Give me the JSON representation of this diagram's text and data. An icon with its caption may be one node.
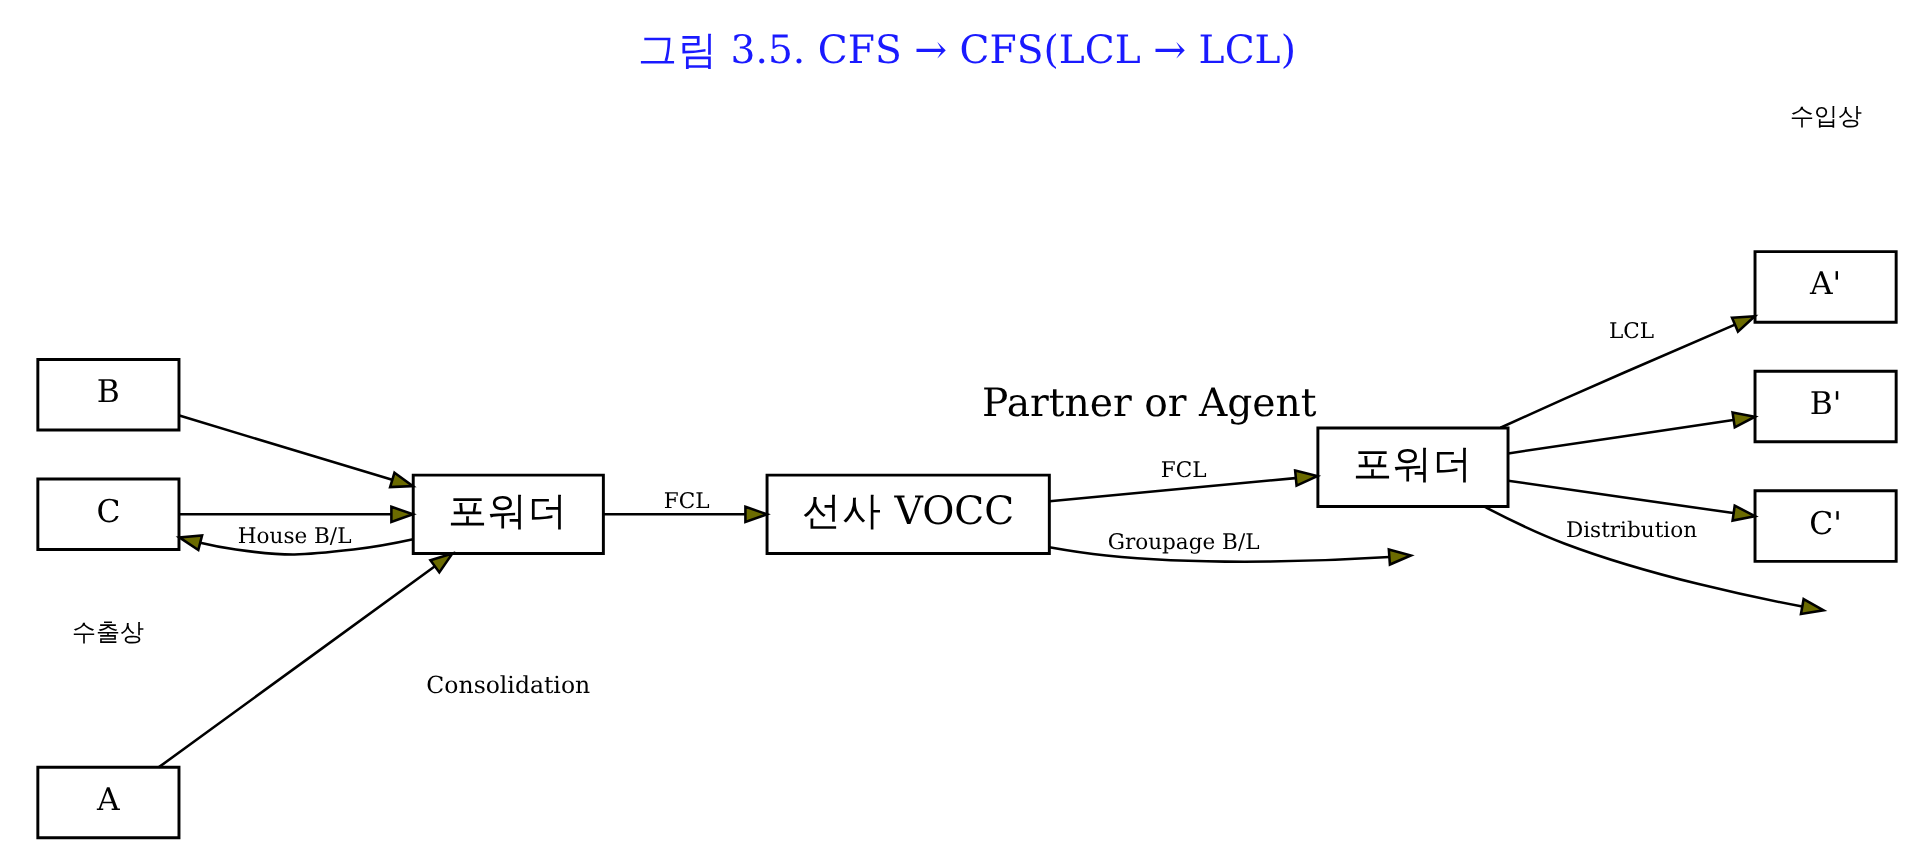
{
  "diagram": {
    "title": "그림 3.5. CFS → CFS(LCL → LCL)",
    "nodes": [
      {
        "text": [
          "A"
        ]
      },
      {
        "text": [
          "B"
        ]
      },
      {
        "text": [
          "C"
        ]
      },
      {
        "text": [
          "포워더"
        ]
      },
      {
        "text": [
          "선사 VOCC"
        ]
      },
      {
        "text": [
          "포워더"
        ],
        "beside": [
          "Partner or Agent"
        ]
      },
      {
        "text": [
          "A'"
        ]
      },
      {
        "text": [
          "B'"
        ]
      },
      {
        "text": [
          "C'"
        ]
      }
    ],
    "edges": [
      {
        "from": 0,
        "to": 3,
        "arrow": "to"
      },
      {
        "from": 1,
        "to": 3,
        "arrow": "to"
      },
      {
        "from": 2,
        "to": 3,
        "arrow": "to"
      },
      {
        "from": 3,
        "to": 4,
        "label": "FCL",
        "arrow": "to"
      },
      {
        "from": 4,
        "to": 5,
        "label": "FCL",
        "arrow": "to"
      },
      {
        "from": 5,
        "to": 6,
        "label": "LCL",
        "arrow": "to"
      },
      {
        "from": 5,
        "to": 7,
        "arrow": "to"
      },
      {
        "from": 5,
        "to": 8,
        "arrow": "to"
      },
      {
        "from": 3,
        "to": 2,
        "label": "House B/L",
        "arrow": "to"
      },
      {
        "from": 4,
        "to": null,
        "label": "Groupage B/L",
        "arrow": "to"
      },
      {
        "from": 5,
        "to": null,
        "label": "Distribution",
        "arrow": "to"
      }
    ],
    "labels": [
      "수출상",
      "수입상",
      "Consolidation"
    ]
  }
}
